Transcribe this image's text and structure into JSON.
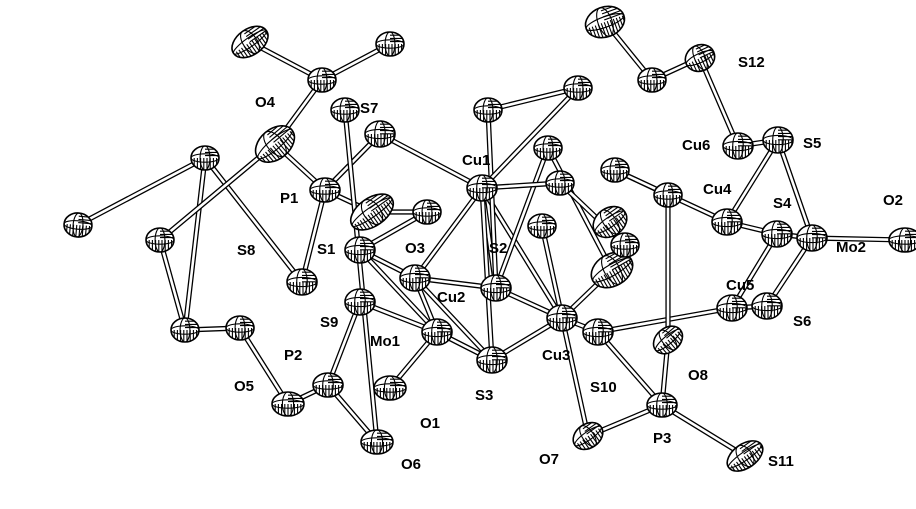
{
  "labels": {
    "Cu1": "Cu1",
    "Cu2": "Cu2",
    "Cu3": "Cu3",
    "Cu4": "Cu4",
    "Cu5": "Cu5",
    "Cu6": "Cu6",
    "Mo1": "Mo1",
    "Mo2": "Mo2",
    "S1": "S1",
    "S2": "S2",
    "S3": "S3",
    "S4": "S4",
    "S5": "S5",
    "S6": "S6",
    "S7": "S7",
    "S8": "S8",
    "S9": "S9",
    "S10": "S10",
    "S11": "S11",
    "S12": "S12",
    "O1": "O1",
    "O2": "O2",
    "O3": "O3",
    "O4": "O4",
    "O5": "O5",
    "O6": "O6",
    "O7": "O7",
    "O8": "O8",
    "P1": "P1",
    "P2": "P2",
    "P3": "P3"
  },
  "bonds": [
    [
      "Cu1",
      "S7"
    ],
    [
      "Cu1",
      "S2"
    ],
    [
      "Cu1",
      "S3"
    ],
    [
      "Cu1",
      "Cu2"
    ],
    [
      "Cu2",
      "S1"
    ],
    [
      "Cu2",
      "S2"
    ],
    [
      "Cu2",
      "S3"
    ],
    [
      "Cu2",
      "Mo1"
    ],
    [
      "Mo1",
      "S1"
    ],
    [
      "Mo1",
      "S3"
    ],
    [
      "Mo1",
      "O1"
    ],
    [
      "Mo1",
      "S9"
    ],
    [
      "Cu3",
      "S3"
    ],
    [
      "Cu3",
      "S2"
    ],
    [
      "Cu3",
      "S10"
    ],
    [
      "Cu3",
      "Cu1"
    ],
    [
      "Cu4",
      "S4"
    ],
    [
      "Cu4",
      "S5"
    ],
    [
      "Cu5",
      "S4"
    ],
    [
      "Cu5",
      "S6"
    ],
    [
      "Cu5",
      "S10"
    ],
    [
      "Cu6",
      "S5"
    ],
    [
      "Cu6",
      "S12"
    ],
    [
      "Mo2",
      "S4"
    ],
    [
      "Mo2",
      "S5"
    ],
    [
      "Mo2",
      "S6"
    ],
    [
      "Mo2",
      "O2"
    ],
    [
      "P1",
      "S7"
    ],
    [
      "P1",
      "O4"
    ],
    [
      "P1",
      "O3"
    ],
    [
      "P1",
      "S8"
    ],
    [
      "P2",
      "S9"
    ],
    [
      "P2",
      "O5"
    ],
    [
      "P2",
      "O6"
    ],
    [
      "P3",
      "S10"
    ],
    [
      "P3",
      "O7"
    ],
    [
      "P3",
      "S11"
    ],
    [
      "P3",
      "O8"
    ],
    [
      "S12",
      "C12a"
    ],
    [
      "C12a",
      "C12b"
    ],
    [
      "O4",
      "C4a"
    ],
    [
      "C4a",
      "C4b"
    ],
    [
      "C4a",
      "C4c"
    ],
    [
      "O5",
      "C5a"
    ],
    [
      "C5a",
      "C5b"
    ],
    [
      "C5b",
      "C5c"
    ],
    [
      "C5c",
      "C5d"
    ],
    [
      "C5c",
      "S8"
    ],
    [
      "C5b",
      "C5e"
    ],
    [
      "C5e",
      "O4"
    ],
    [
      "O6",
      "C6a"
    ],
    [
      "O8",
      "C8a"
    ],
    [
      "C8a",
      "C8b"
    ],
    [
      "C8b",
      "Cu4"
    ],
    [
      "O7",
      "C7a"
    ],
    [
      "S2",
      "C2a"
    ],
    [
      "S2",
      "C2b"
    ],
    [
      "C2a",
      "C2c"
    ],
    [
      "C2b",
      "C2d"
    ],
    [
      "C2c",
      "Cu1"
    ],
    [
      "C2d",
      "Cu3"
    ],
    [
      "S1",
      "C1a"
    ],
    [
      "C1a",
      "O3"
    ],
    [
      "C3a",
      "Cu1"
    ],
    [
      "C3a",
      "C3b"
    ],
    [
      "C3b",
      "C3c"
    ]
  ],
  "atoms": {
    "Cu1": {
      "label": "Cu1",
      "kind": "metal"
    },
    "Cu2": {
      "label": "Cu2",
      "kind": "metal"
    },
    "Cu3": {
      "label": "Cu3",
      "kind": "metal"
    },
    "Cu4": {
      "label": "Cu4",
      "kind": "metal"
    },
    "Cu5": {
      "label": "Cu5",
      "kind": "metal"
    },
    "Cu6": {
      "label": "Cu6",
      "kind": "metal"
    },
    "Mo1": {
      "label": "Mo1",
      "kind": "metal"
    },
    "Mo2": {
      "label": "Mo2",
      "kind": "metal"
    },
    "S1": {
      "label": "S1",
      "kind": "sulfur"
    },
    "S2": {
      "label": "S2",
      "kind": "sulfur"
    },
    "S3": {
      "label": "S3",
      "kind": "sulfur"
    },
    "S4": {
      "label": "S4",
      "kind": "sulfur"
    },
    "S5": {
      "label": "S5",
      "kind": "sulfur"
    },
    "S6": {
      "label": "S6",
      "kind": "sulfur"
    },
    "S7": {
      "label": "S7",
      "kind": "sulfur"
    },
    "S8": {
      "label": "S8",
      "kind": "sulfur"
    },
    "S9": {
      "label": "S9",
      "kind": "sulfur"
    },
    "S10": {
      "label": "S10",
      "kind": "sulfur"
    },
    "S11": {
      "label": "S11",
      "kind": "sulfur"
    },
    "S12": {
      "label": "S12",
      "kind": "sulfur"
    },
    "O1": {
      "label": "O1",
      "kind": "oxygen"
    },
    "O2": {
      "label": "O2",
      "kind": "oxygen"
    },
    "O3": {
      "label": "O3",
      "kind": "oxygen"
    },
    "O4": {
      "label": "O4",
      "kind": "oxygen"
    },
    "O5": {
      "label": "O5",
      "kind": "oxygen"
    },
    "O6": {
      "label": "O6",
      "kind": "oxygen"
    },
    "O7": {
      "label": "O7",
      "kind": "oxygen"
    },
    "O8": {
      "label": "O8",
      "kind": "oxygen"
    },
    "P1": {
      "label": "P1",
      "kind": "phosphorus"
    },
    "P2": {
      "label": "P2",
      "kind": "phosphorus"
    },
    "P3": {
      "label": "P3",
      "kind": "phosphorus"
    },
    "C12a": {
      "label": "",
      "kind": "carbon"
    },
    "C12b": {
      "label": "",
      "kind": "carbon"
    },
    "C4a": {
      "label": "",
      "kind": "carbon"
    },
    "C4b": {
      "label": "",
      "kind": "carbon"
    },
    "C4c": {
      "label": "",
      "kind": "carbon"
    },
    "C5a": {
      "label": "",
      "kind": "carbon"
    },
    "C5b": {
      "label": "",
      "kind": "carbon"
    },
    "C5c": {
      "label": "",
      "kind": "carbon"
    },
    "C5d": {
      "label": "",
      "kind": "carbon"
    },
    "C5e": {
      "label": "",
      "kind": "carbon"
    },
    "C6a": {
      "label": "",
      "kind": "carbon"
    },
    "C7a": {
      "label": "",
      "kind": "carbon"
    },
    "C8a": {
      "label": "",
      "kind": "carbon"
    },
    "C8b": {
      "label": "",
      "kind": "carbon"
    },
    "C2a": {
      "label": "",
      "kind": "carbon"
    },
    "C2b": {
      "label": "",
      "kind": "carbon"
    },
    "C2c": {
      "label": "",
      "kind": "carbon"
    },
    "C2d": {
      "label": "",
      "kind": "carbon"
    },
    "C1a": {
      "label": "",
      "kind": "carbon"
    },
    "C3a": {
      "label": "",
      "kind": "carbon"
    },
    "C3b": {
      "label": "",
      "kind": "carbon"
    },
    "C3c": {
      "label": "",
      "kind": "carbon"
    }
  }
}
